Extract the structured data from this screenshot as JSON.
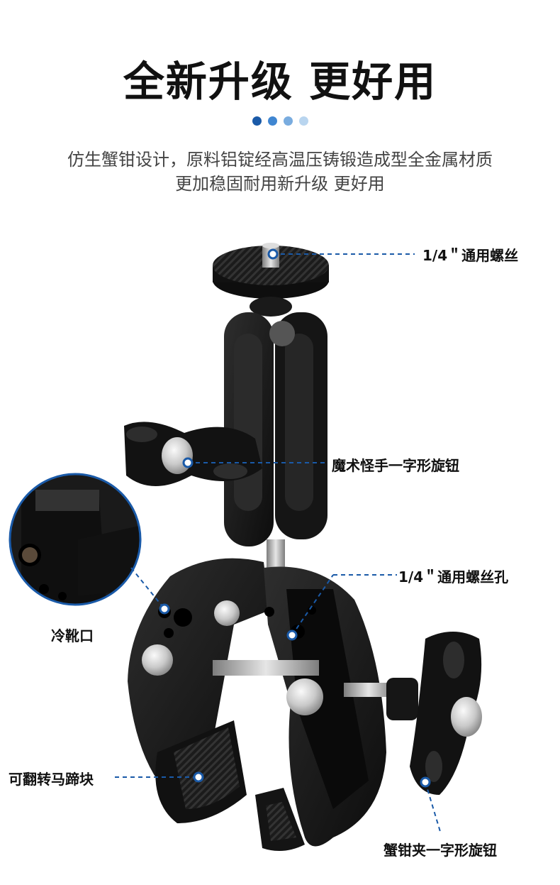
{
  "headline": "全新升级 更好用",
  "dots": [
    "#1a5aa8",
    "#3f86d1",
    "#79acdf",
    "#b9d5ef"
  ],
  "subtitle": {
    "line1": "仿生蟹钳设计，原料铝锭经高温压铸锻造成型全金属材质",
    "line2": "更加稳固耐用新升级 更好用"
  },
  "labels": {
    "screw": "1/4＂通用螺丝",
    "knob_arm": "魔术怪手一字形旋钮",
    "screw_hole": "1/4＂通用螺丝孔",
    "cold_shoe": "冷靴口",
    "pad": "可翻转马蹄块",
    "clamp_knob": "蟹钳夹一字形旋钮"
  },
  "accent_color": "#1a5aa8"
}
